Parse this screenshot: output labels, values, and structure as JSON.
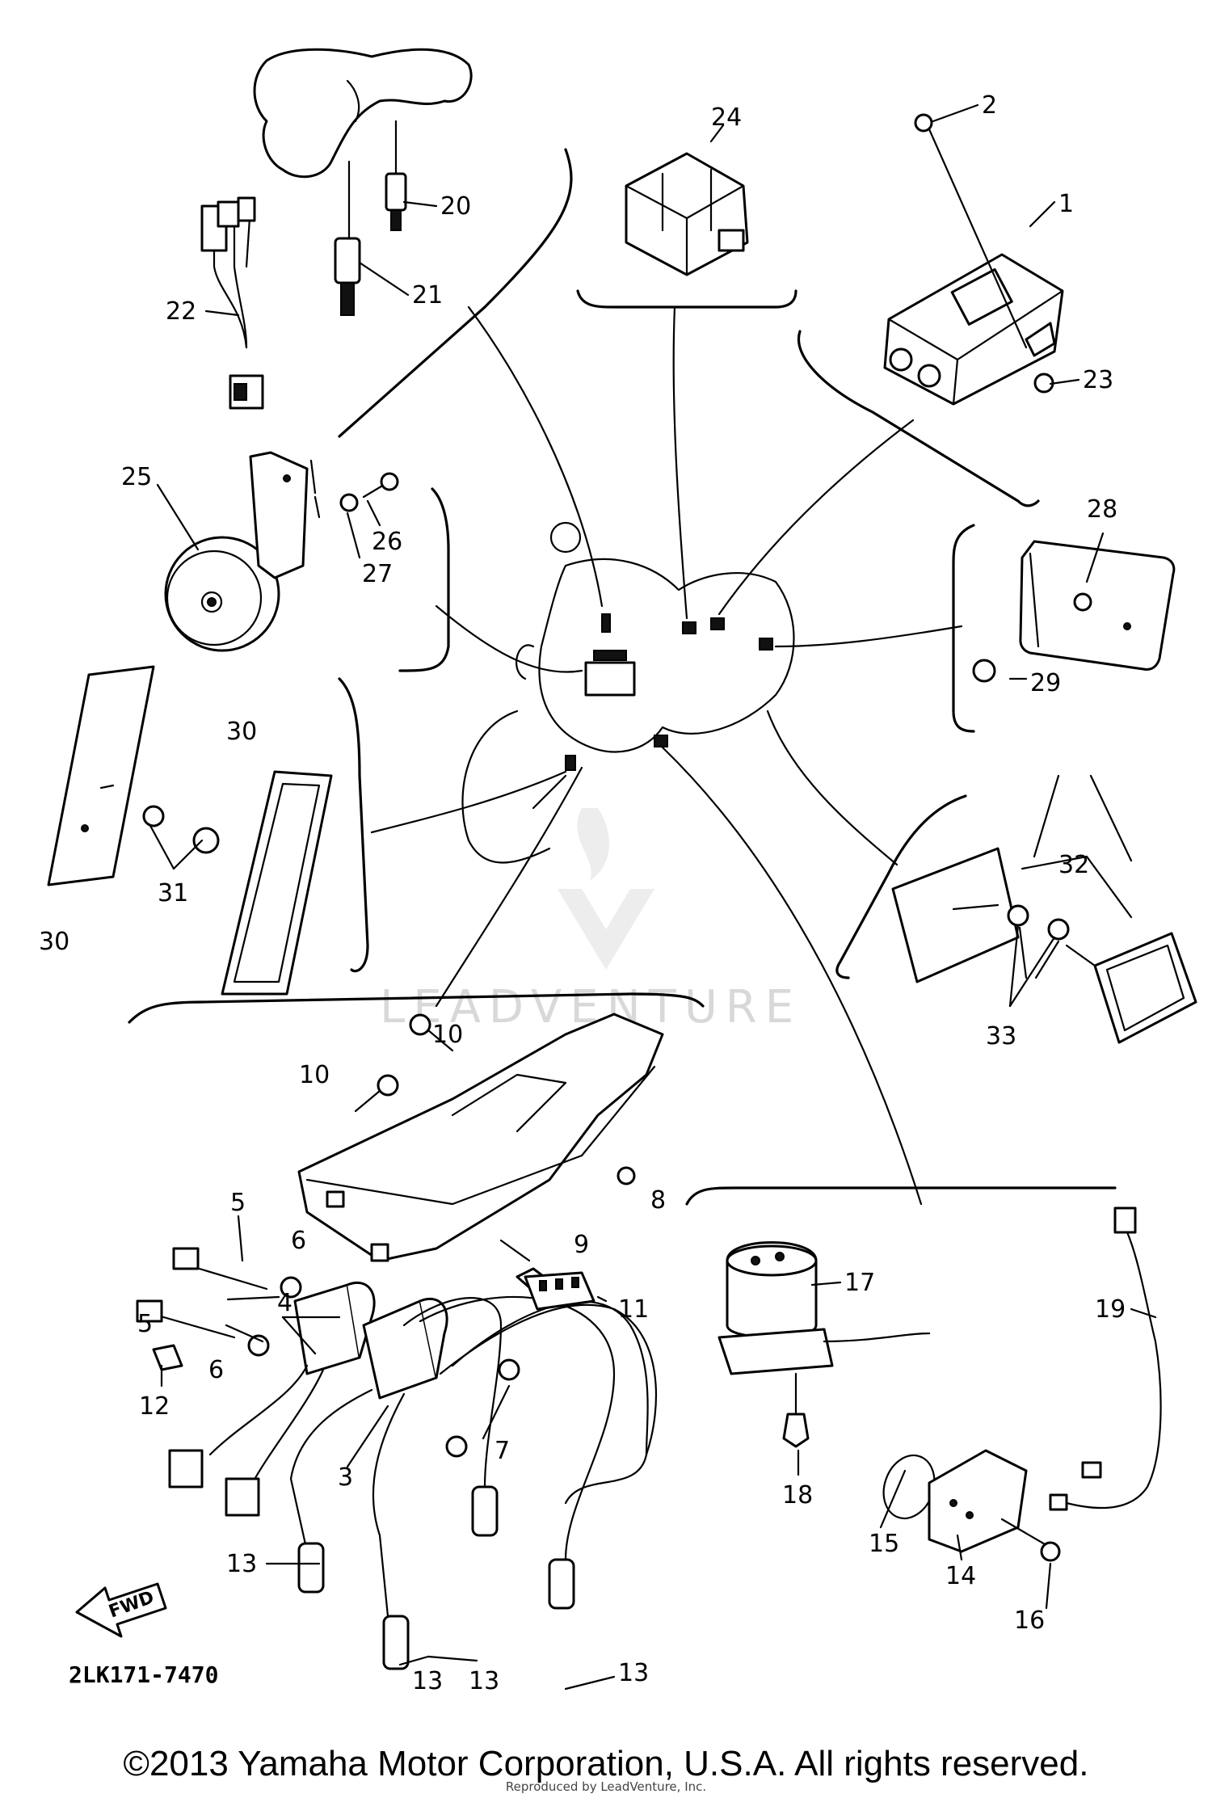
{
  "diagram": {
    "code": "2LK171-7470",
    "direction_label": "FWD",
    "watermark_text": "LEADVENTURE",
    "callouts": [
      "1",
      "2",
      "3",
      "4",
      "5",
      "5",
      "6",
      "6",
      "7",
      "8",
      "9",
      "10",
      "10",
      "11",
      "12",
      "13",
      "13",
      "13",
      "13",
      "14",
      "15",
      "16",
      "17",
      "18",
      "19",
      "20",
      "21",
      "22",
      "23",
      "24",
      "25",
      "26",
      "27",
      "28",
      "29",
      "30",
      "30",
      "31",
      "32",
      "33"
    ]
  },
  "footer": {
    "copyright": "©2013 Yamaha Motor Corporation, U.S.A. All rights reserved.",
    "reproduced": "Reproduced by LeadVenture, Inc."
  }
}
